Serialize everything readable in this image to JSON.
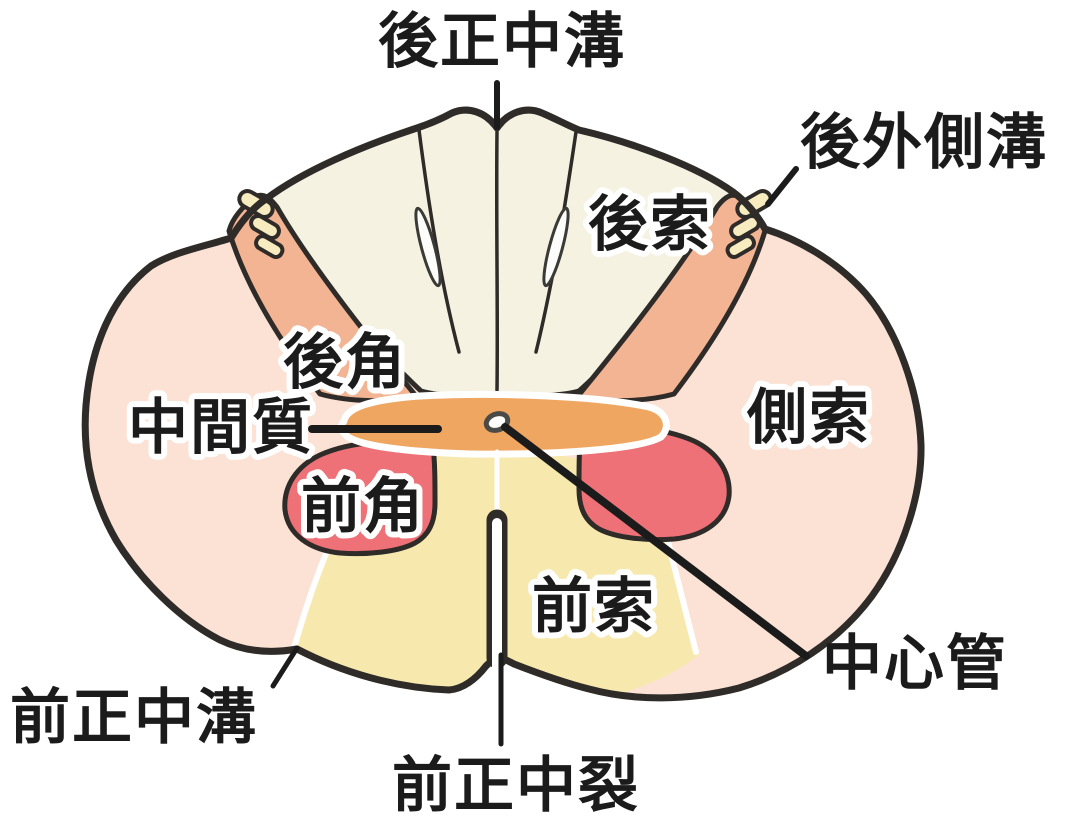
{
  "diagram": {
    "labels": {
      "posterior_median_sulcus": "後正中溝",
      "posterolateral_sulcus": "後外側溝",
      "posterior_funiculus": "後索",
      "posterior_horn": "後角",
      "intermediate_zone": "中間質",
      "lateral_funiculus": "側索",
      "anterior_horn": "前角",
      "anterior_funiculus": "前索",
      "central_canal": "中心管",
      "anterior_median_sulcus": "前正中溝",
      "anterior_median_fissure": "前正中裂"
    },
    "colors": {
      "background": "#ffffff",
      "outline": "#2e2b28",
      "pointer": "#1b1b1b",
      "lateral_funiculus_fill": "#fbe2d4",
      "posterior_funiculus_fill": "#f5f2e2",
      "anterior_funiculus_fill": "#f7e9ae",
      "posterior_horn_fill": "#f2b493",
      "intermediate_zone_fill": "#efa661",
      "anterior_horn_fill": "#ed7176",
      "rootlet_wedge_fill": "#f6ecc0",
      "central_canal_fill": "#fdfdfd",
      "gap_line": "#ffffff"
    }
  }
}
